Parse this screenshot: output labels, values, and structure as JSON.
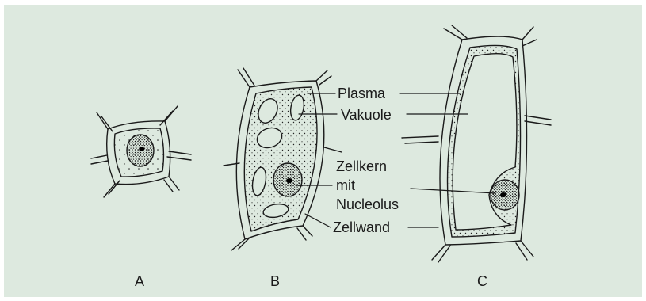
{
  "diagram": {
    "background_color": "#dde9df",
    "line_color": "#1a1a1a",
    "labels": {
      "plasma": "Plasma",
      "vakuole": "Vakuole",
      "zellkern_line1": "Zellkern",
      "zellkern_line2": "mit",
      "zellkern_line3": "Nucleolus",
      "zellwand": "Zellwand"
    },
    "captions": {
      "a": "A",
      "b": "B",
      "c": "C"
    }
  }
}
